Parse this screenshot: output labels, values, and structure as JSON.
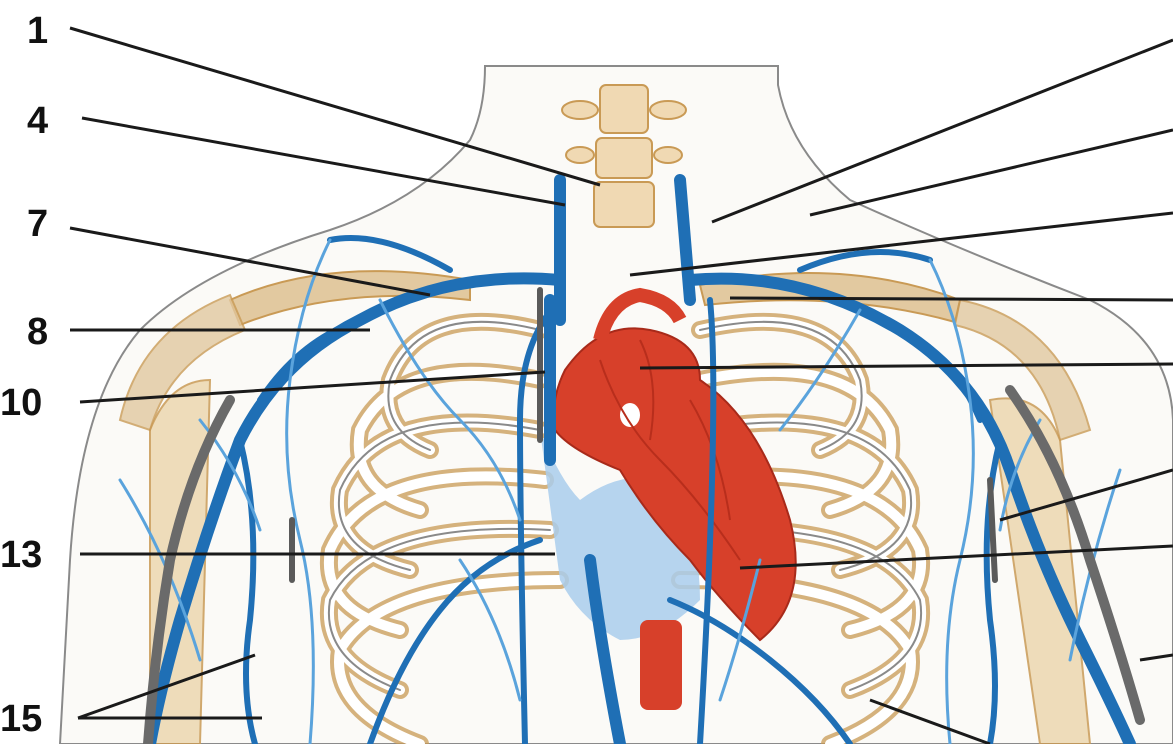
{
  "labels": {
    "n1": "1",
    "n4": "4",
    "n7": "7",
    "n8": "8",
    "n10": "10",
    "n13": "13",
    "n15": "15"
  },
  "colors": {
    "vein": "#1f6fb5",
    "vein_light": "#5aa3dc",
    "artery": "#d7402a",
    "bone": "#e2c9a0",
    "bone_dark": "#c99a55",
    "outline": "#8a8a8a",
    "leader": "#1a1a1a",
    "lung_blue": "#a9ccec"
  },
  "icons": {
    "anatomy": "thoracic-venous-system-illustration"
  }
}
